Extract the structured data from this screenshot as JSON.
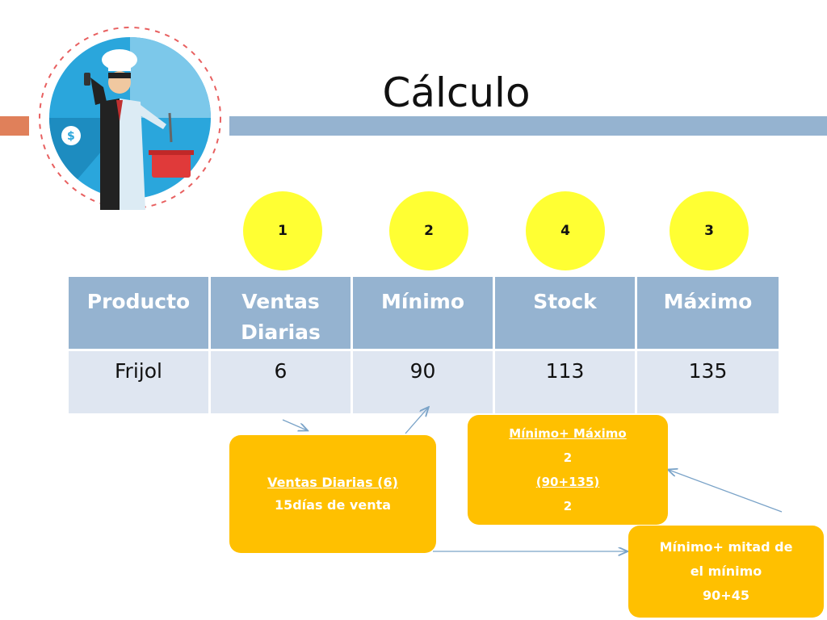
{
  "slide": {
    "title": "Cálculo",
    "colors": {
      "accent_left": "#e0805a",
      "accent_bar": "#95b3d0",
      "circle": "#ffff33",
      "box": "#ffc000",
      "header": "#95b3d0",
      "cell": "#dfe6f1"
    }
  },
  "circles": [
    "1",
    "2",
    "4",
    "3"
  ],
  "table": {
    "headers": [
      "Producto",
      "Ventas Diarias",
      "Mínimo",
      "Stock",
      "Máximo"
    ],
    "row": [
      "Frijol",
      "6",
      "90",
      "113",
      "135"
    ]
  },
  "boxes": {
    "ventas": {
      "line1": "Ventas Diarias (6)",
      "line2": "15días de venta"
    },
    "stock": {
      "line1": "Mínimo+ Máximo",
      "line2": "2",
      "line3": "(90+135)",
      "line4": "2"
    },
    "maximo": {
      "line1": "Mínimo+ mitad de",
      "line2": "el mínimo",
      "line3": "90+45"
    }
  },
  "illustration": {
    "icon": "chef-businessman-illustration"
  }
}
